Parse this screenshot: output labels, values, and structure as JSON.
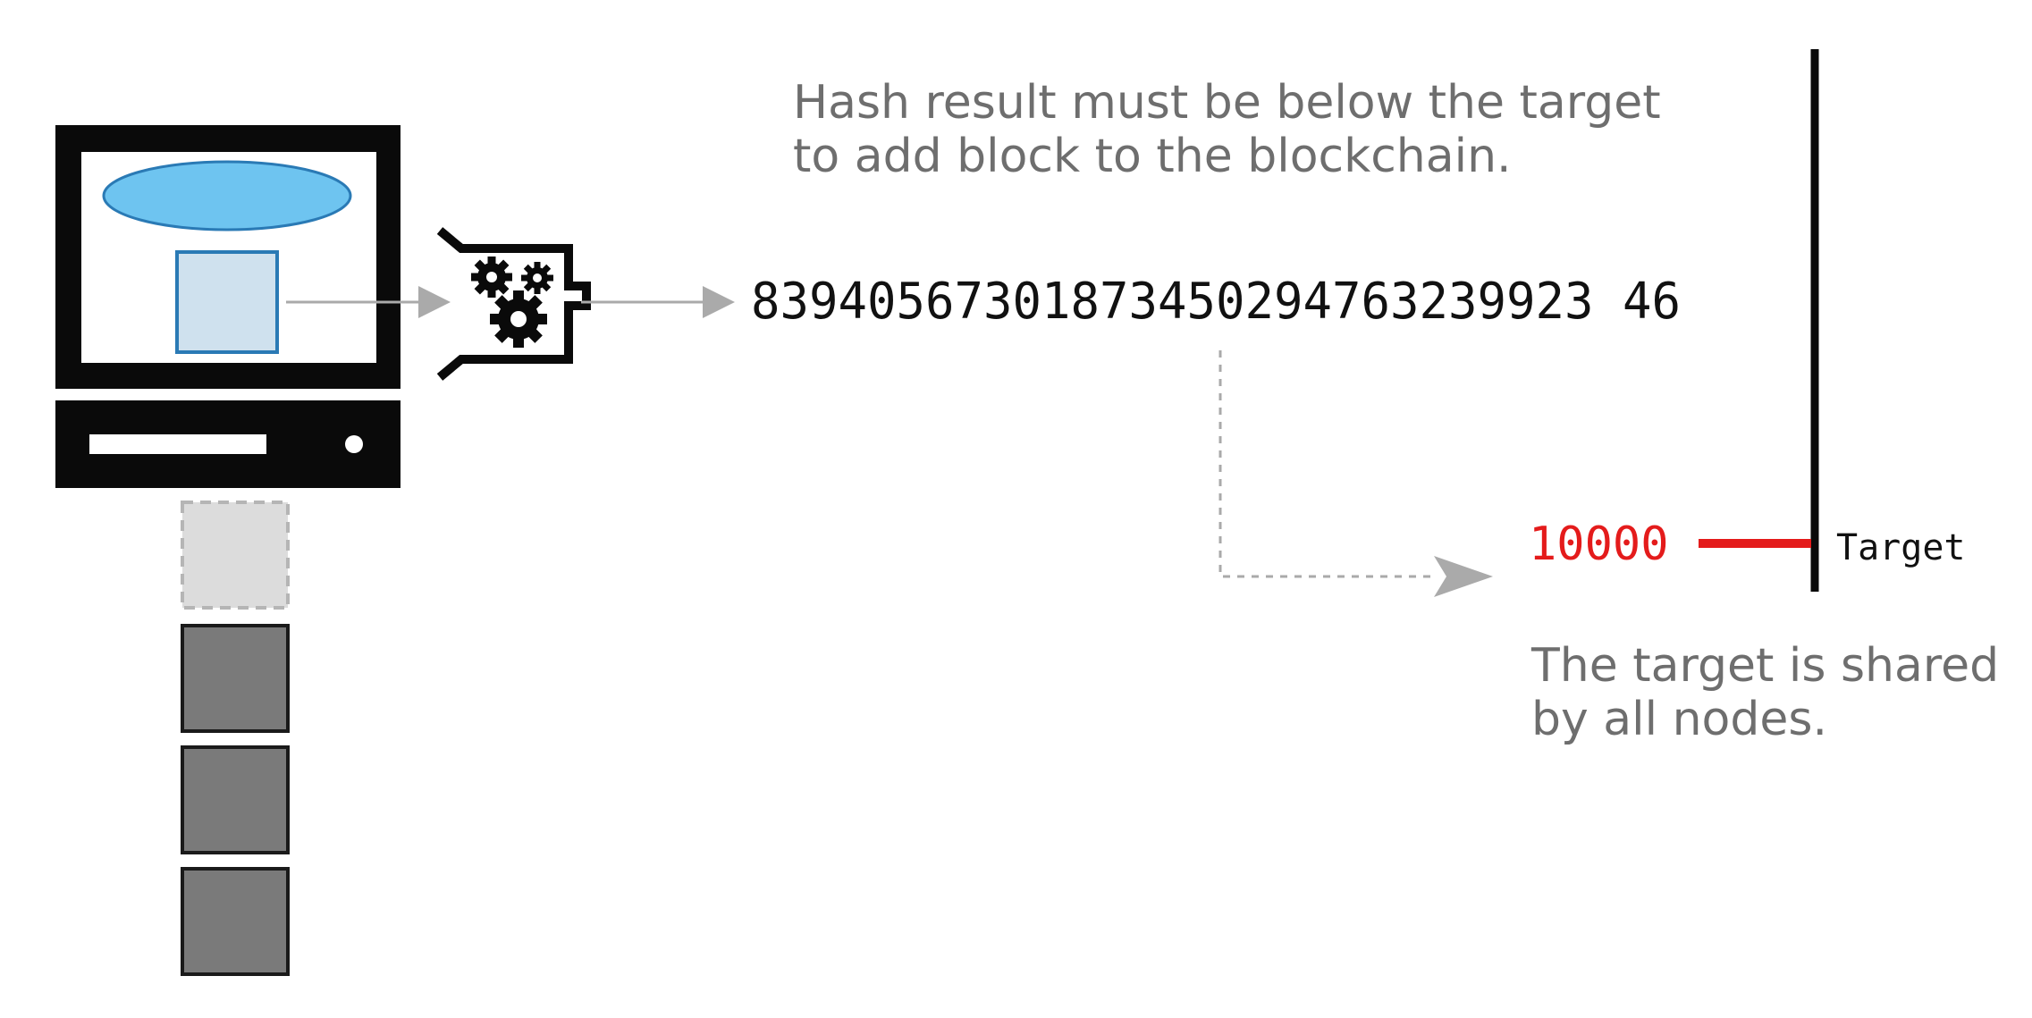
{
  "notes": {
    "hash_rule_line1": "Hash result must be below the target",
    "hash_rule_line2": "to add block to the blockchain.",
    "shared_line1": "The target is shared",
    "shared_line2": "by all nodes."
  },
  "hash_result": "83940567301873450294763239923 46",
  "target_value": "10000",
  "target_label": "Target",
  "icons": {
    "computer": "computer-icon",
    "hash_function": "gears-icon"
  },
  "colors": {
    "target": "#e41b1b",
    "document_oval": "#6ec4f0",
    "document_square": "#cfe1ee",
    "chain_block": "#7a7a7a",
    "pending_block": "#dcdcdc",
    "arrow": "#aaaaaa",
    "note_text": "#6e6e6e"
  }
}
